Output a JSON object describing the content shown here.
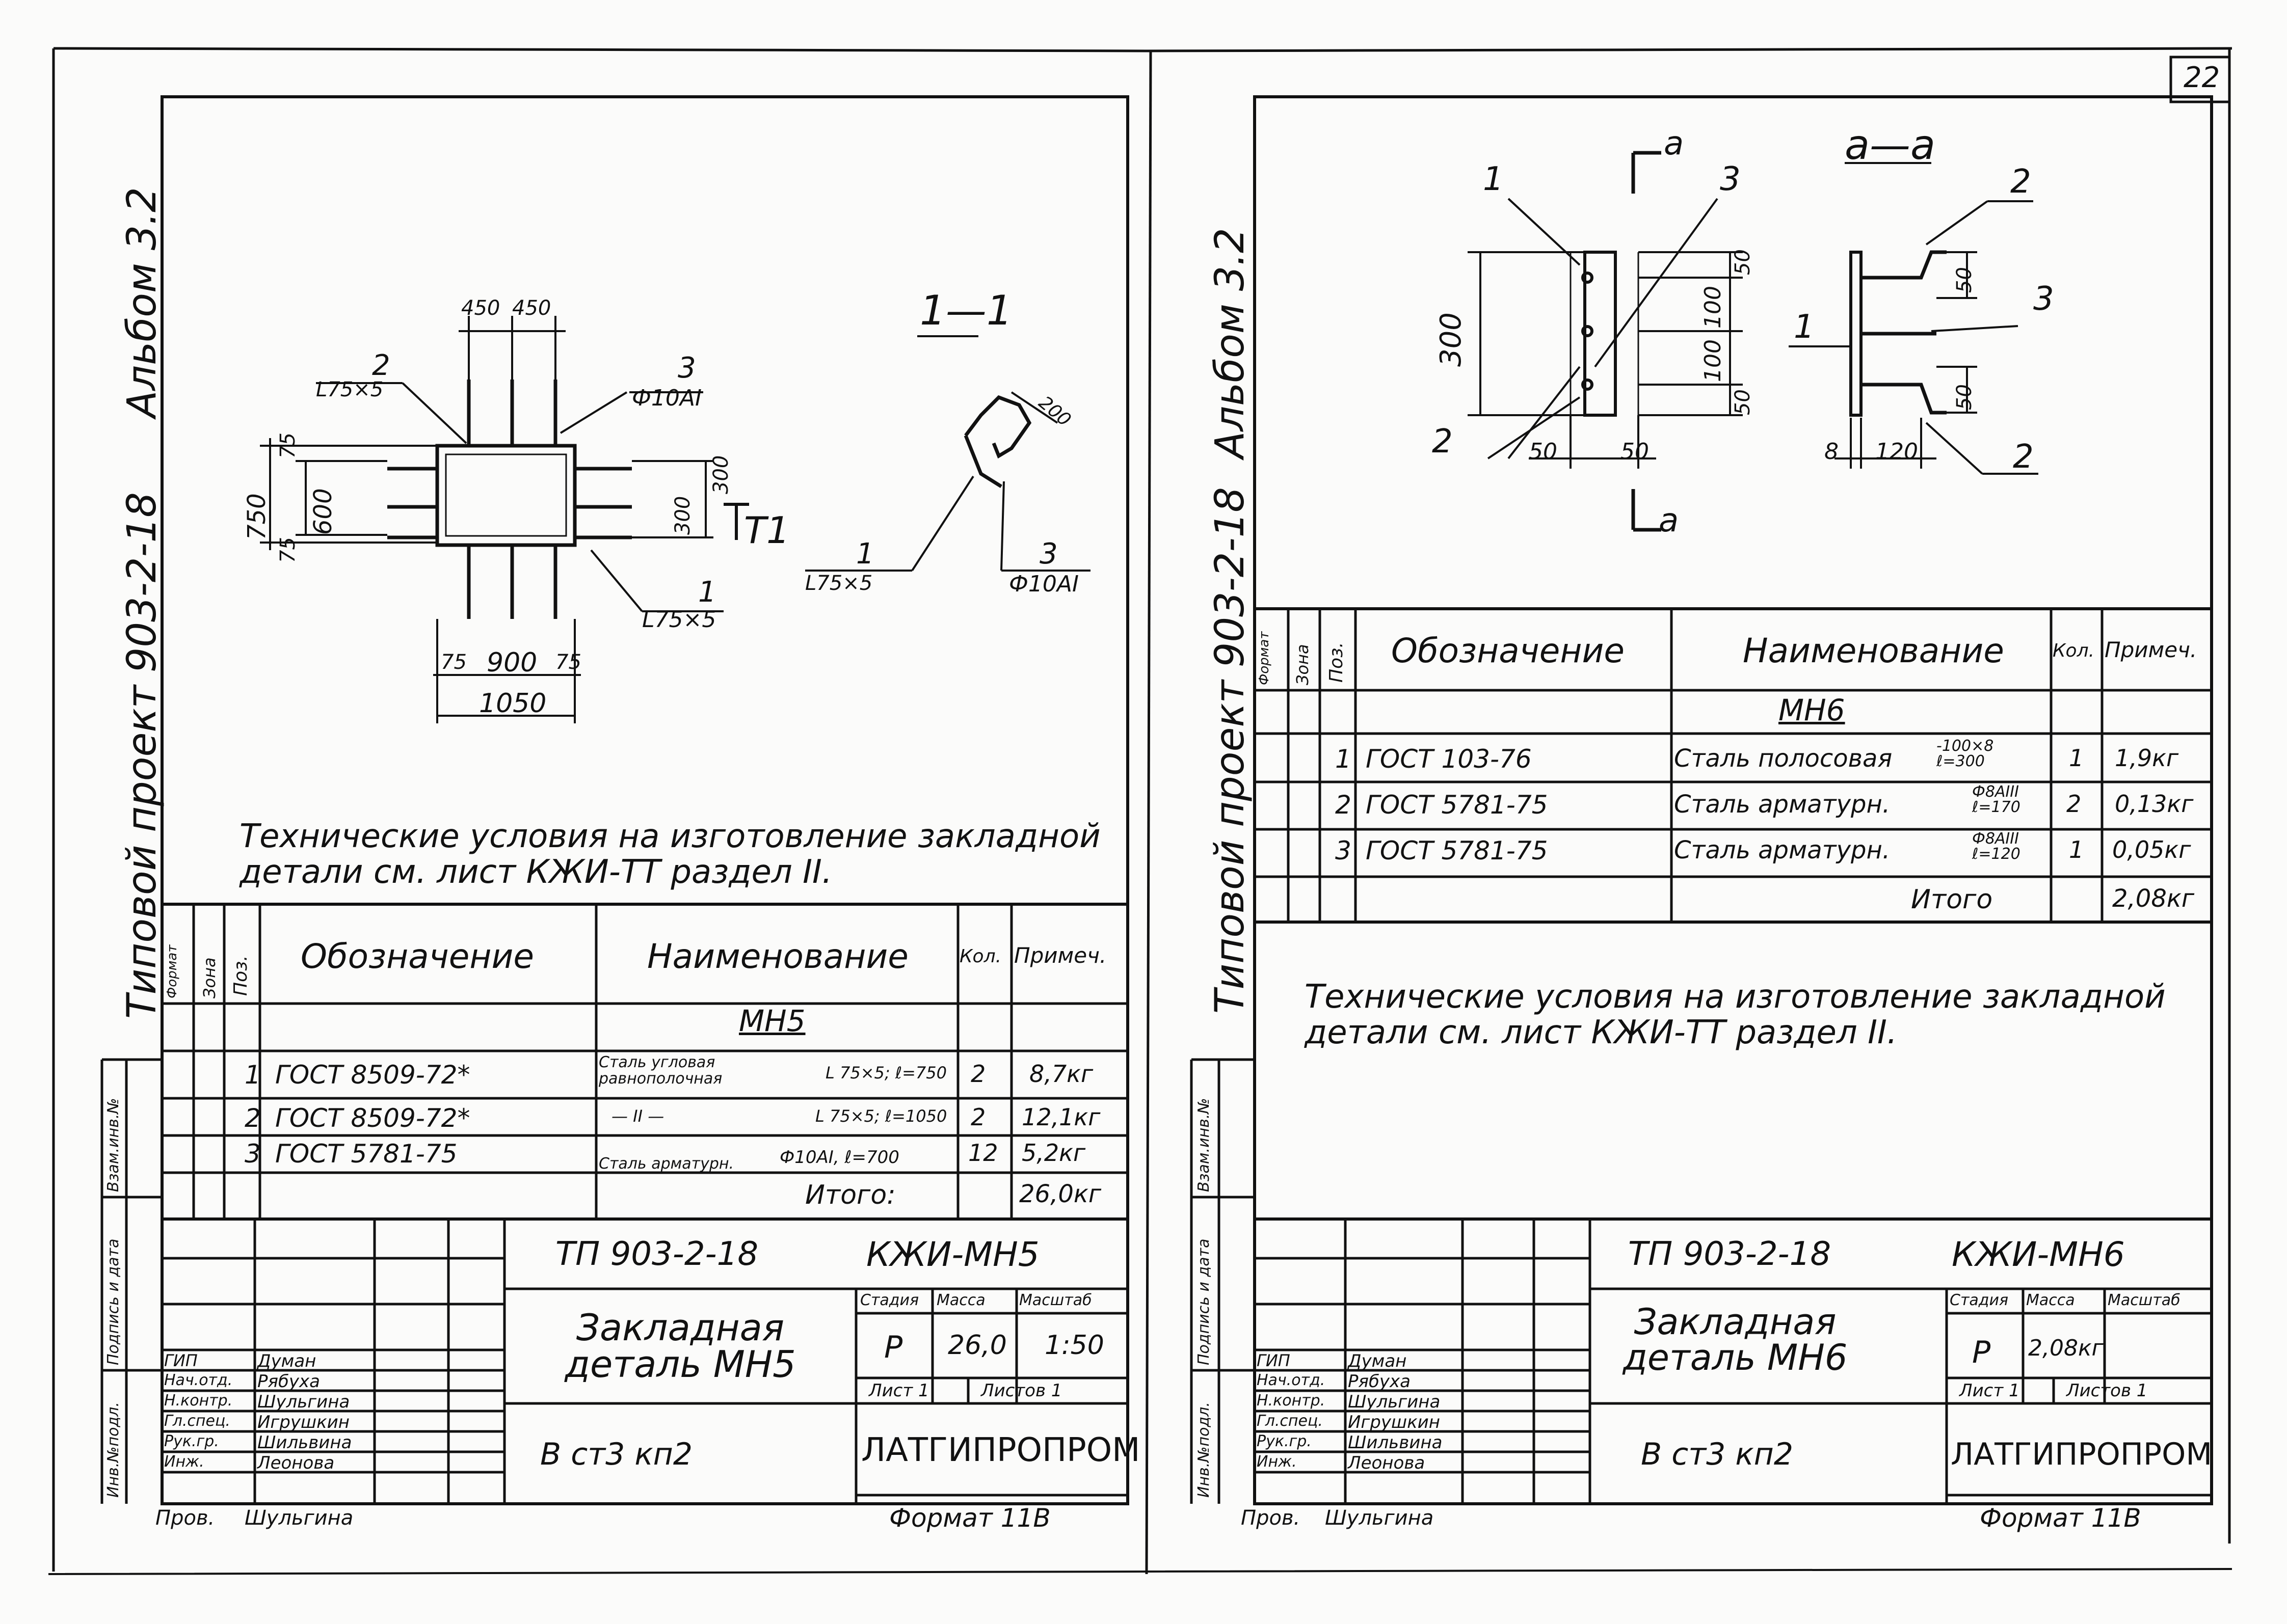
{
  "page_number": "22",
  "left_sheet": {
    "side_text": {
      "project": "Типовой проект 903-2-18",
      "album": "Альбом 3.2"
    },
    "stamp_side_labels": [
      "Инв.№подл.",
      "Подпись и дата",
      "Взам.инв.№"
    ],
    "drawing": {
      "dims": [
        "450",
        "450",
        "75",
        "600",
        "750",
        "75",
        "300",
        "300",
        "75",
        "900",
        "75",
        "1050",
        "200"
      ],
      "callouts": [
        {
          "num": "2",
          "profile": "L75×5"
        },
        {
          "num": "3",
          "profile": "Ф10АI"
        },
        {
          "num": "1",
          "profile": "L75×5"
        }
      ],
      "section_mark": "Т1",
      "section_title": "1—1",
      "section_callouts": [
        {
          "num": "1",
          "profile": "L75×5"
        },
        {
          "num": "3",
          "profile": "Ф10АI"
        }
      ]
    },
    "notes": [
      "Технические условия на изготовление закладной",
      "детали см. лист КЖИ-ТТ раздел II."
    ],
    "spec": {
      "headers": [
        "Формат",
        "Зона",
        "Поз.",
        "Обозначение",
        "Наименование",
        "Кол.",
        "Примеч."
      ],
      "group": "МН5",
      "rows": [
        {
          "pos": "1",
          "doc": "ГОСТ 8509-72*",
          "name": "Сталь угловая равнополочная",
          "detail": "L 75×5; ℓ=750",
          "qty": "2",
          "note": "8,7кг"
        },
        {
          "pos": "2",
          "doc": "ГОСТ 8509-72*",
          "name": "— II —",
          "detail": "L 75×5; ℓ=1050",
          "qty": "2",
          "note": "12,1кг"
        },
        {
          "pos": "3",
          "doc": "ГОСТ 5781-75",
          "name": "Сталь арматурн.",
          "detail": "Ф10АI, ℓ=700",
          "qty": "12",
          "note": "5,2кг"
        }
      ],
      "total_label": "Итого:",
      "total": "26,0кг"
    },
    "title_block": {
      "code": "ТП 903-2-18",
      "sheet_code": "КЖИ-МН5",
      "title": "Закладная деталь МН5",
      "stage_header": "Стадия",
      "mass_header": "Масса",
      "scale_header": "Масштаб",
      "stage": "Р",
      "mass": "26,0",
      "scale": "1:50",
      "sheet": "Лист 1",
      "sheets": "Листов 1",
      "material": "В ст3 кп2",
      "org": "ЛАТГИПРОПРОМ",
      "format": "Формат 11В",
      "staff": [
        {
          "role": "ГИП",
          "name": "Думан"
        },
        {
          "role": "Нач.отд.",
          "name": "Рябуха"
        },
        {
          "role": "Н.контр.",
          "name": "Шульгина"
        },
        {
          "role": "Гл.спец.",
          "name": "Игрушкин"
        },
        {
          "role": "Рук.гр.",
          "name": "Шильвина"
        },
        {
          "role": "Инж.",
          "name": "Леонова"
        },
        {
          "role": "Пров.",
          "name": "Шульгина"
        }
      ]
    }
  },
  "right_sheet": {
    "side_text": {
      "project": "Типовой проект 903-2-18",
      "album": "Альбом 3.2"
    },
    "stamp_side_labels": [
      "Инв.№подл.",
      "Подпись и дата",
      "Взам.инв.№"
    ],
    "drawing": {
      "dims": [
        "300",
        "50",
        "100",
        "100",
        "50",
        "50",
        "50",
        "50",
        "50",
        "8",
        "120"
      ],
      "callouts": [
        "1",
        "3",
        "2"
      ],
      "section_mark": "а",
      "section_title": "а—а",
      "section_callouts": [
        "2",
        "3",
        "1",
        "2"
      ]
    },
    "notes": [
      "Технические условия на изготовление закладной",
      "детали см. лист КЖИ-ТТ раздел II."
    ],
    "spec": {
      "headers": [
        "Формат",
        "Зона",
        "Поз.",
        "Обозначение",
        "Наименование",
        "Кол.",
        "Примеч."
      ],
      "group": "МН6",
      "rows": [
        {
          "pos": "1",
          "doc": "ГОСТ 103-76",
          "name": "Сталь полосовая",
          "detail": "-100×8 ℓ=300",
          "qty": "1",
          "note": "1,9кг"
        },
        {
          "pos": "2",
          "doc": "ГОСТ 5781-75",
          "name": "Сталь арматурн.",
          "detail": "Ф8АIII ℓ=170",
          "qty": "2",
          "note": "0,13кг"
        },
        {
          "pos": "3",
          "doc": "ГОСТ 5781-75",
          "name": "Сталь арматурн.",
          "detail": "Ф8АIII ℓ=120",
          "qty": "1",
          "note": "0,05кг"
        }
      ],
      "total_label": "Итого",
      "total": "2,08кг"
    },
    "title_block": {
      "code": "ТП 903-2-18",
      "sheet_code": "КЖИ-МН6",
      "title": "Закладная деталь МН6",
      "stage_header": "Стадия",
      "mass_header": "Масса",
      "scale_header": "Масштаб",
      "stage": "Р",
      "mass": "2,08кг",
      "scale": "",
      "sheet": "Лист 1",
      "sheets": "Листов 1",
      "material": "В ст3 кп2",
      "org": "ЛАТГИПРОПРОМ",
      "format": "Формат 11В",
      "staff": [
        {
          "role": "ГИП",
          "name": "Думан"
        },
        {
          "role": "Нач.отд.",
          "name": "Рябуха"
        },
        {
          "role": "Н.контр.",
          "name": "Шульгина"
        },
        {
          "role": "Гл.спец.",
          "name": "Игрушкин"
        },
        {
          "role": "Рук.гр.",
          "name": "Шильвина"
        },
        {
          "role": "Инж.",
          "name": "Леонова"
        },
        {
          "role": "Пров.",
          "name": "Шульгина"
        }
      ]
    }
  }
}
